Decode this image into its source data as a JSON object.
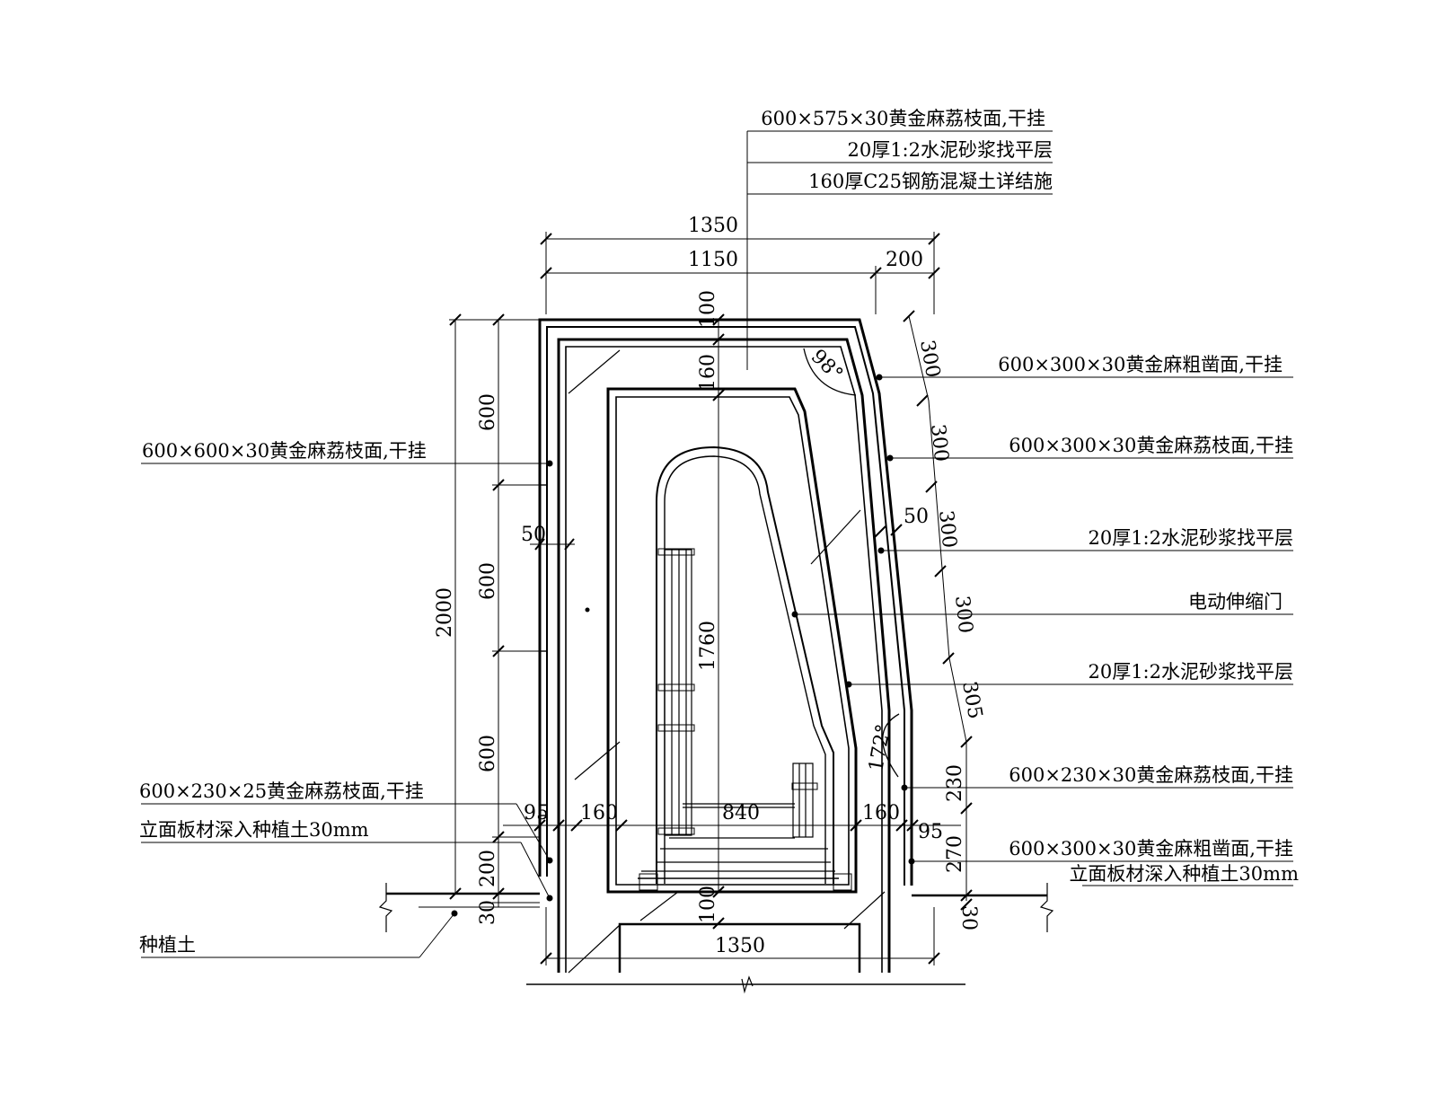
{
  "callouts_top": [
    "600×575×30黄金麻荔枝面,干挂",
    "20厚1:2水泥砂浆找平层",
    "160厚C25钢筋混凝土详结施"
  ],
  "callouts_right": [
    "600×300×30黄金麻粗凿面,干挂",
    "600×300×30黄金麻荔枝面,干挂",
    "20厚1:2水泥砂浆找平层",
    "电动伸缩门",
    "20厚1:2水泥砂浆找平层",
    "600×230×30黄金麻荔枝面,干挂",
    "600×300×30黄金麻粗凿面,干挂",
    "立面板材深入种植土30mm"
  ],
  "callouts_left": [
    "600×600×30黄金麻荔枝面,干挂",
    "600×230×25黄金麻荔枝面,干挂",
    "立面板材深入种植土30mm",
    "种植土"
  ],
  "dims_top": {
    "total": "1350",
    "main": "1150",
    "side": "200"
  },
  "dims_left": {
    "overall": "2000",
    "seg1": "600",
    "seg2": "600",
    "seg3": "600",
    "seg4": "200",
    "seg5": "30",
    "gap": "50",
    "base_left": "95"
  },
  "dims_inner": {
    "top_slab": "100",
    "top_wall": "160",
    "height": "1760",
    "left_wall": "160",
    "opening": "840",
    "right_wall": "160",
    "base_slab": "100",
    "bottom": "1350"
  },
  "dims_right": {
    "s1": "300",
    "s2": "300",
    "s3": "300",
    "s4": "300",
    "s5": "305",
    "s6": "230",
    "s7": "270",
    "s8": "30",
    "gap": "50",
    "base_right": "95"
  },
  "angles": {
    "top": "98°",
    "bottom": "172°"
  }
}
